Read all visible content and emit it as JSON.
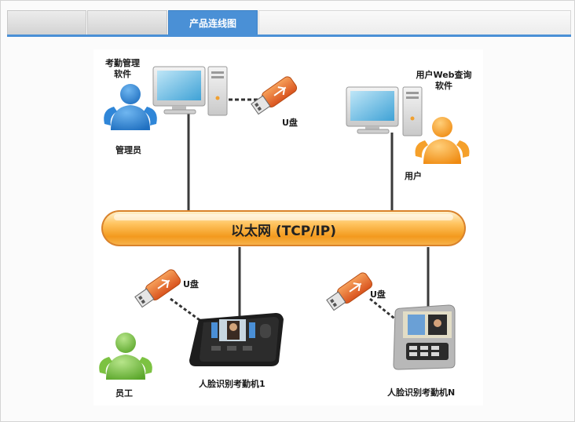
{
  "tabs": [
    {
      "label": ""
    },
    {
      "label": ""
    },
    {
      "label": "产品连线图"
    }
  ],
  "diagram": {
    "network_bus": "以太网 (TCP/IP)",
    "admin_software": "考勤管理\n软件",
    "admin_role": "管理员",
    "usb_label_top": "U盘",
    "user_software": "用户Web查询\n软件",
    "user_role": "用户",
    "usb_label_left": "U盘",
    "usb_label_right": "U盘",
    "employee_role": "员工",
    "device1": "人脸识别考勤机1",
    "deviceN": "人脸识别考勤机N"
  },
  "colors": {
    "tab_active": "#4a90d6",
    "bus_orange": "#f39a1e",
    "admin_blue": "#2f86d8",
    "user_orange": "#f5a02a",
    "employee_green": "#7cc242",
    "usb_orange": "#e8702a"
  }
}
